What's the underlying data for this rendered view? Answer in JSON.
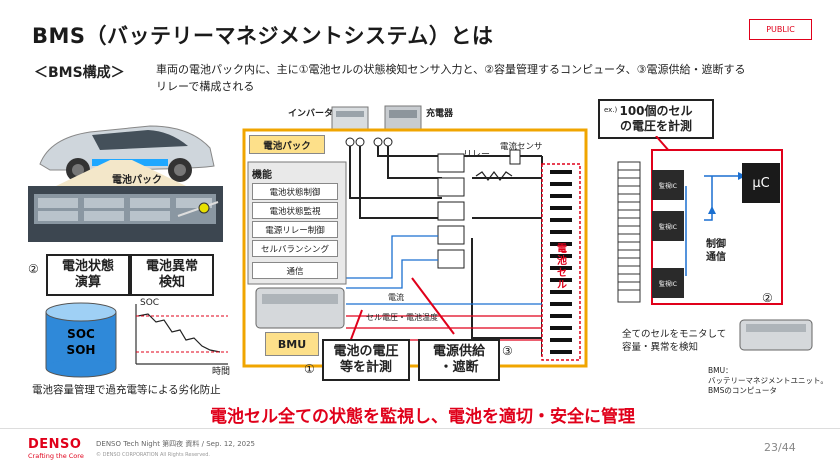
{
  "title": "BMS（バッテリーマネジメントシステム）とは",
  "badge": "PUBLIC",
  "subhead": "＜BMS構成＞",
  "description": "車両の電池パック内に、主に①電池セルの状態検知センサ入力と、②容量管理するコンピュータ、③電源供給・遮断するリレーで構成される",
  "left": {
    "pack_label": "電池パック",
    "circle_2": "②",
    "state_calc": "電池状態\n演算",
    "abnormal_detect": "電池異常\n検知",
    "soc_soh": "SOC\nSOH",
    "graph_ylabel": "SOC",
    "graph_xlabel": "時間",
    "caption": "電池容量管理で過充電等による劣化防止"
  },
  "center": {
    "inverter_label": "インバータ",
    "charger_label": "充電器",
    "pack_tab": "電池パック",
    "relay_label": "リレー",
    "current_sensor_label": "電流センサ",
    "function_title": "機能",
    "functions": [
      "電池状態制御",
      "電池状態監視",
      "電源リレー制御",
      "セルバランシング",
      "通信"
    ],
    "bmu_label": "BMU",
    "current_line": "電流",
    "voltage_temp_line": "セル電圧・電池温度",
    "cell_label": "電池セル",
    "circle_1": "①",
    "circle_3": "③",
    "measure_voltage": "電池の電圧\n等を計測",
    "power_supply": "電源供給\n・遮断"
  },
  "right": {
    "callout_prefix": "ex.)",
    "callout": "100個のセル\nの電圧を計測",
    "ic_label": "監視IC",
    "uc_label": "μC",
    "control_comm": "制御\n通信",
    "circle_2": "②",
    "monitor_caption": "全てのセルをモニタして\n容量・異常を検知",
    "bmu_def": "BMU：\nバッテリーマネジメントユニット。\nBMSのコンピュータ"
  },
  "bottom_message": "電池セル全ての状態を監視し、電池を適切・安全に管理",
  "footer": {
    "logo": "DENSO",
    "tagline": "Crafting the Core",
    "event": "DENSO Tech Night 第四夜 資料 / Sep. 12, 2025",
    "copyright": "© DENSO CORPORATION All Rights Reserved.",
    "page": "23/44"
  },
  "colors": {
    "accent": "#e0001a",
    "pack_border": "#f0a500",
    "line_blue": "#1a6fd0",
    "line_red": "#e0001a"
  }
}
